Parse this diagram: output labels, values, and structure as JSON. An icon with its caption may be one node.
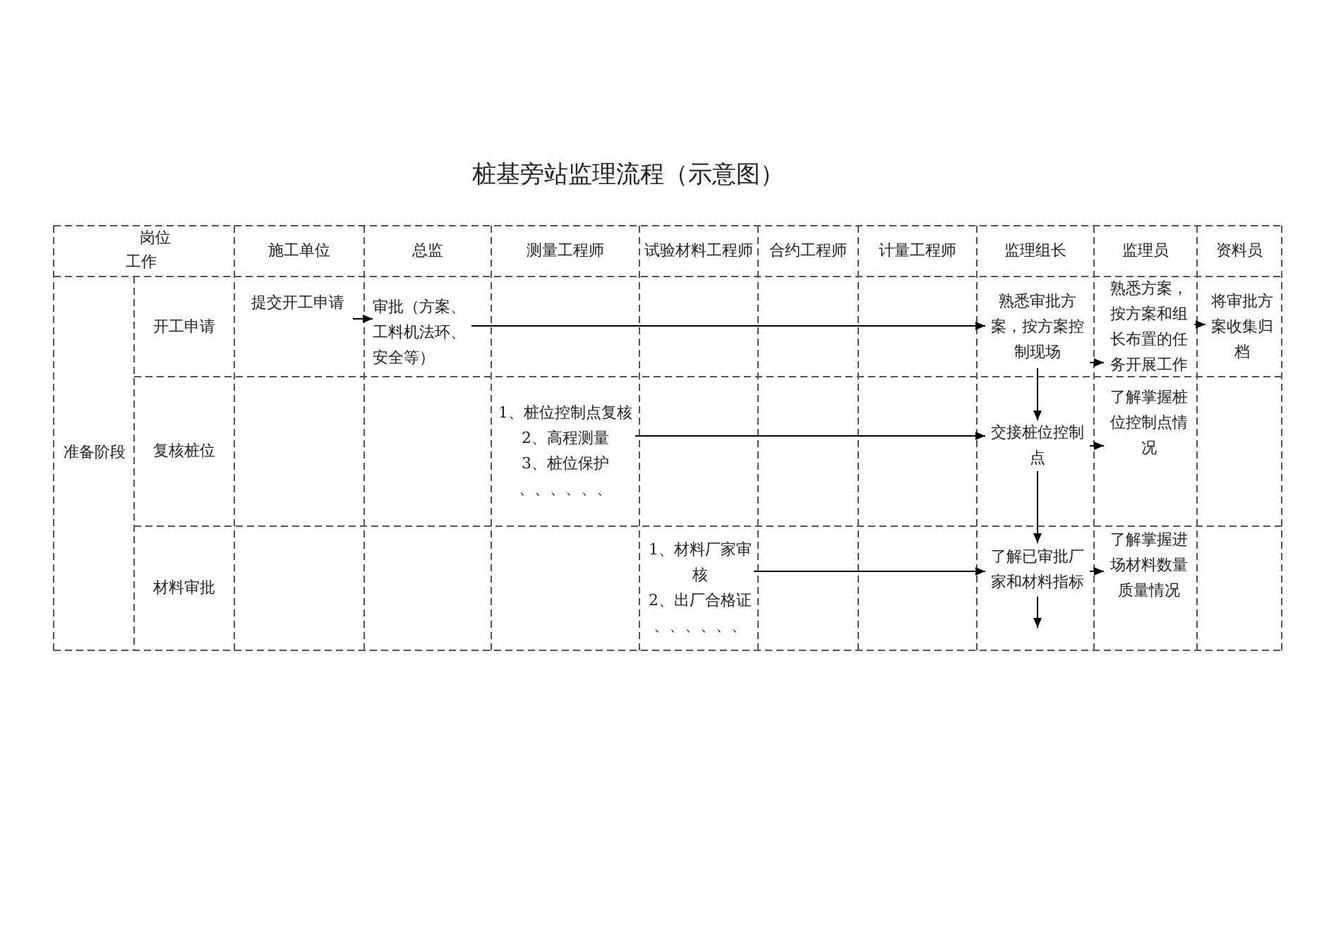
{
  "diagram": {
    "title": "桩基旁站监理流程（示意图）",
    "nodes": [
      {
        "text": [
          "提交开工申请"
        ]
      },
      {
        "text": [
          "审批（方案、工料机法环、安全等）"
        ]
      },
      {
        "text": [
          "熟悉审批方案，按方案控制现场"
        ]
      },
      {
        "text": [
          "熟悉方案，按方案和组长布置的任务开展工作"
        ]
      },
      {
        "text": [
          "将审批方案收集归档"
        ]
      },
      {
        "text": [
          "1、桩位控制点复核",
          "2、高程测量",
          "3、桩位保护",
          "、、、、、、"
        ]
      },
      {
        "text": [
          "交接桩位控制点"
        ]
      },
      {
        "text": [
          "了解掌握桩位控制点情况"
        ]
      },
      {
        "text": [
          "1、材料厂家审核",
          "2、出厂合格证",
          "、、、、、、"
        ]
      },
      {
        "text": [
          "了解已审批厂家和材料指标"
        ]
      },
      {
        "text": [
          "了解掌握进场材料数量质量情况"
        ]
      }
    ],
    "edges": [
      {
        "from": 0,
        "to": 1,
        "arrow": "to"
      },
      {
        "from": 1,
        "to": 2,
        "arrow": "to"
      },
      {
        "from": 2,
        "to": 3,
        "arrow": "to"
      },
      {
        "from": 3,
        "to": 4,
        "arrow": "to"
      },
      {
        "from": 2,
        "to": 6,
        "arrow": "to"
      },
      {
        "from": 5,
        "to": 6,
        "arrow": "to"
      },
      {
        "from": 6,
        "to": 7,
        "arrow": "to"
      },
      {
        "from": 6,
        "to": 9,
        "arrow": "to"
      },
      {
        "from": 8,
        "to": 9,
        "arrow": "to"
      },
      {
        "from": 9,
        "to": 10,
        "arrow": "to"
      },
      {
        "from": 9,
        "to": null,
        "arrow": "to"
      }
    ],
    "labels": [
      "岗位",
      "工作",
      "施工单位",
      "总监",
      "测量工程师",
      "试验材料工程师",
      "合约工程师",
      "计量工程师",
      "监理组长",
      "监理员",
      "资料员",
      "准备阶段",
      "开工申请",
      "复核桩位",
      "材料审批"
    ]
  }
}
